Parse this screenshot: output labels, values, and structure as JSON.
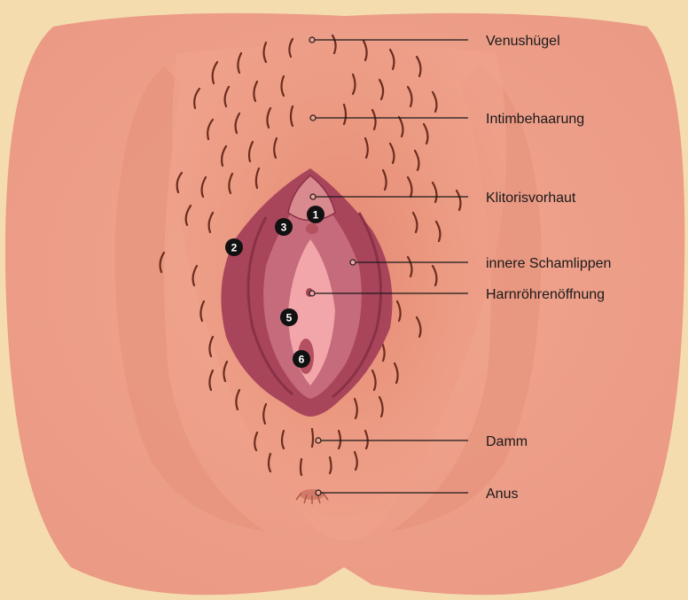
{
  "colors": {
    "background": "#f4dcae",
    "skin": "#eda08a",
    "skin_shadow": "#e08c78",
    "labia_outer": "#a9455a",
    "labia_inner": "#c66b7c",
    "vestibule": "#f2a6a9",
    "leader_line": "#1a1a1a",
    "marker": "#111111"
  },
  "labels": [
    {
      "text": "Venushügel"
    },
    {
      "text": "Intimbehaarung"
    },
    {
      "text": "Klitorisvorhaut"
    },
    {
      "text": "innere Schamlippen"
    },
    {
      "text": "Harnröhrenöffnung"
    },
    {
      "text": "Damm"
    },
    {
      "text": "Anus"
    }
  ],
  "markers": [
    "1",
    "2",
    "3",
    "5",
    "6"
  ]
}
